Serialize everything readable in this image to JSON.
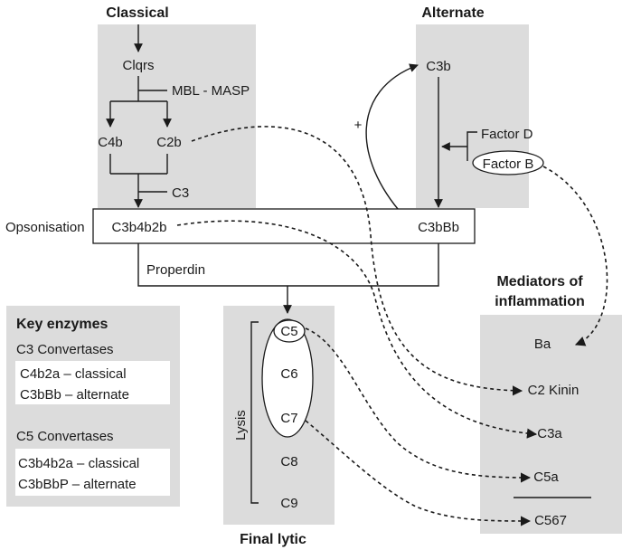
{
  "headers": {
    "classical": "Classical",
    "alternate": "Alternate",
    "mediators_line1": "Mediators of",
    "mediators_line2": "inflammation",
    "final_lytic": "Final lytic",
    "key_enzymes": "Key enzymes"
  },
  "classical": {
    "clqrs": "Clqrs",
    "mbl_masp": "MBL - MASP",
    "c4b": "C4b",
    "c2b": "C2b",
    "c3": "C3"
  },
  "alternate": {
    "c3b": "C3b",
    "plus": "+",
    "factor_d": "Factor D",
    "factor_b": "Factor B"
  },
  "central": {
    "opsonisation": "Opsonisation",
    "c3b4b2b": "C3b4b2b",
    "c3bbb": "C3bBb",
    "properdin": "Properdin"
  },
  "lytic": {
    "lysis": "Lysis",
    "components": [
      "C5",
      "C6",
      "C7",
      "C8",
      "C9"
    ]
  },
  "mediators": [
    "Ba",
    "C2 Kinin",
    "C3a",
    "C5a",
    "C567"
  ],
  "key_enzymes": {
    "c3_title": "C3 Convertases",
    "c3_items": [
      "C4b2a – classical",
      "C3bBb – alternate"
    ],
    "c5_title": "C5 Convertases",
    "c5_items": [
      "C3b4b2a – classical",
      "C3bBbP – alternate"
    ]
  },
  "colors": {
    "panel_fill": "#dcdcdc",
    "ink": "#1a1a1a",
    "background": "#ffffff"
  }
}
